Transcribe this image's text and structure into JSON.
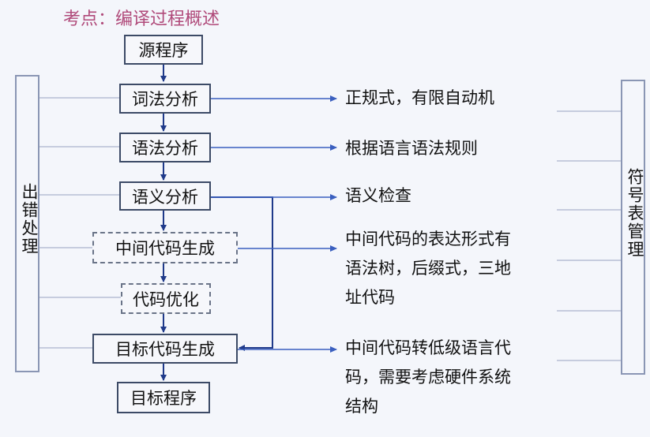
{
  "title": "考点：编译过程概述",
  "boxes": {
    "source": "源程序",
    "lexical": "词法分析",
    "syntax": "语法分析",
    "semantic": "语义分析",
    "intermediate": "中间代码生成",
    "optimize": "代码优化",
    "codegen": "目标代码生成",
    "target": "目标程序"
  },
  "left_panel": "出错处理",
  "right_panel": "符号表管理",
  "annotations": {
    "lexical": "正规式，有限自动机",
    "syntax": "根据语言语法规则",
    "semantic": "语义检查",
    "intermediate_1": "中间代码的表达形式有",
    "intermediate_2": "语法树，后缀式，三地",
    "intermediate_3": "址代码",
    "codegen_1": "中间代码转低级语言代",
    "codegen_2": "码，需要考虑硬件系统",
    "codegen_3": "结构"
  },
  "colors": {
    "title": "#b04a7a",
    "box_border": "#3c4a66",
    "arrow_blue": "#3a5fbf",
    "connector_gray": "#aab4cc"
  }
}
